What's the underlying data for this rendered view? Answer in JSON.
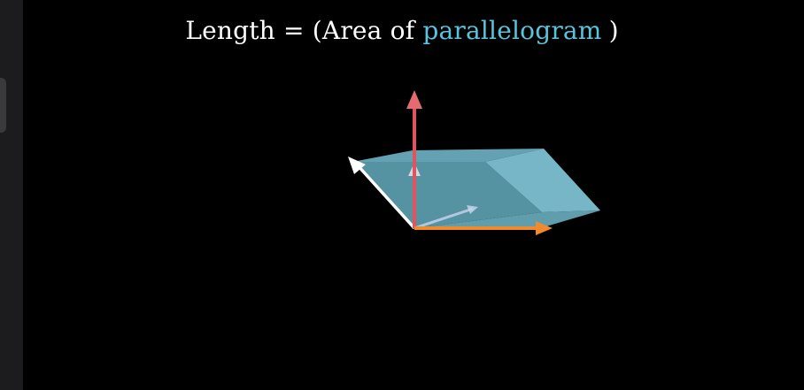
{
  "caption": {
    "prefix": "Length = (Area of ",
    "highlight": "parallelogram",
    "suffix": ")"
  },
  "colors": {
    "background": "#000000",
    "caption_text": "#ffffff",
    "highlight": "#58c4dd",
    "parallelogram_fill": "#6fb8cc",
    "red_vector": "#e0545e",
    "orange_vector": "#f08a2a",
    "white_vector": "#ffffff"
  },
  "scene": {
    "vectors": [
      {
        "name": "red-vector",
        "color": "red"
      },
      {
        "name": "white-vector",
        "color": "white"
      },
      {
        "name": "orange-vector",
        "color": "orange"
      }
    ]
  }
}
